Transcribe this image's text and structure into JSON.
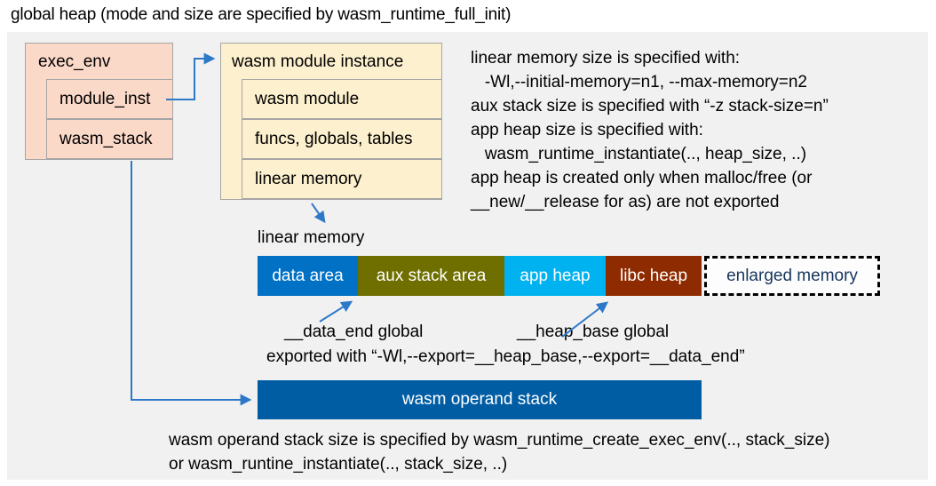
{
  "title": "global heap (mode and size are specified by wasm_runtime_full_init)",
  "colors": {
    "canvas_bg": "#f1f1f1",
    "exec_env_fill": "#fbd9c9",
    "instance_fill": "#fdf0ce",
    "box_border": "#a6a6a6",
    "arrow_blue": "#2e79c7",
    "operand_stack_fill": "#005da4"
  },
  "exec_env": {
    "title": "exec_env",
    "rows": [
      {
        "label": "module_inst"
      },
      {
        "label": "wasm_stack"
      }
    ]
  },
  "module_instance": {
    "title": "wasm module instance",
    "rows": [
      {
        "label": "wasm module"
      },
      {
        "label": "funcs, globals, tables"
      },
      {
        "label": "linear memory"
      }
    ]
  },
  "notes": {
    "lines": [
      "linear memory size is specified with:",
      "   -Wl,--initial-memory=n1, --max-memory=n2",
      "aux stack size is specified with “-z stack-size=n”",
      "app heap size is specified with:",
      "   wasm_runtime_instantiate(.., heap_size, ..)",
      "app heap is created only when malloc/free (or",
      "__new/__release for as) are not exported"
    ]
  },
  "linear_memory": {
    "label": "linear memory",
    "segments": [
      {
        "label": "data area",
        "fill": "#0071c5",
        "text": "#ffffff"
      },
      {
        "label": "aux stack area",
        "fill": "#6f6f00",
        "text": "#ffffff"
      },
      {
        "label": "app heap",
        "fill": "#00b2f0",
        "text": "#ffffff"
      },
      {
        "label": "libc heap",
        "fill": "#8f2b00",
        "text": "#ffffff"
      },
      {
        "label": "enlarged memory",
        "fill": "#fdfdfd",
        "text": "#17365d"
      }
    ]
  },
  "annotations": {
    "data_end_label": "__data_end global",
    "heap_base_label": "__heap_base global",
    "export_line": "exported with “-Wl,--export=__heap_base,--export=__data_end”"
  },
  "operand_stack": {
    "label": "wasm operand stack"
  },
  "footer": {
    "line1": "wasm operand stack size is specified by wasm_runtime_create_exec_env(.., stack_size)",
    "line2": "or wasm_runtine_instantiate(.., stack_size, ..)"
  }
}
